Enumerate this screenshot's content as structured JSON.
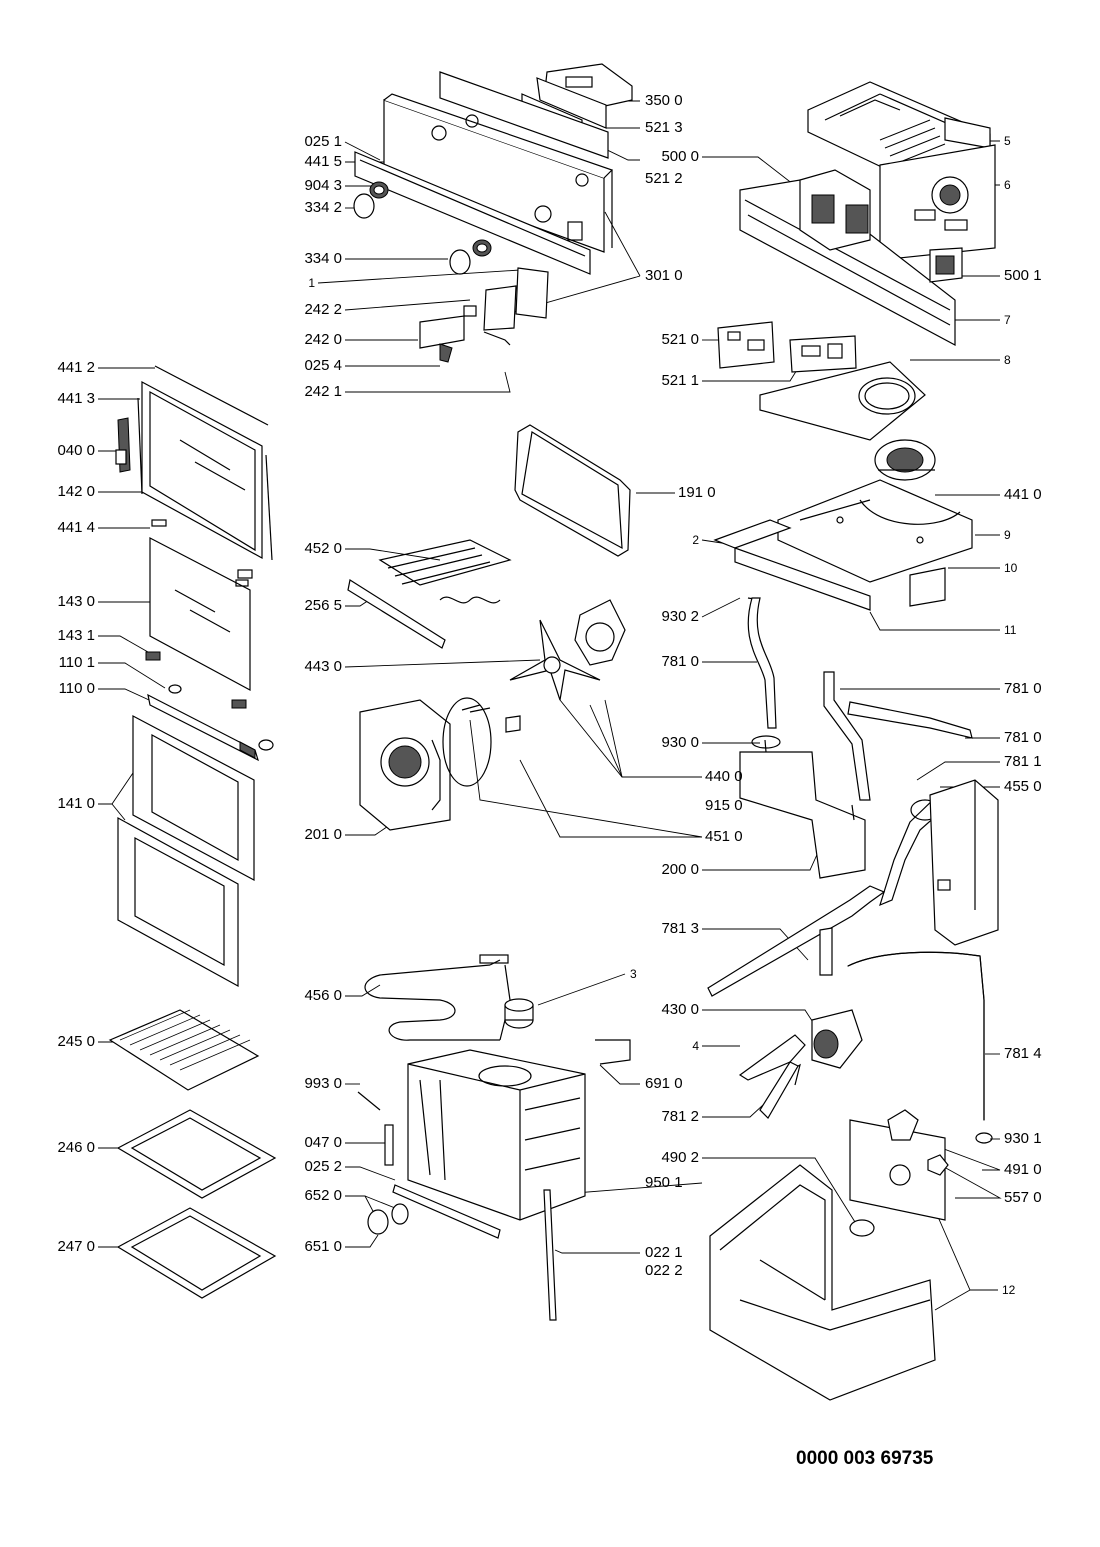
{
  "document_number": "0000 003 69735",
  "parts": {
    "p3500": "350 0",
    "p5213": "521 3",
    "p5212": "521 2",
    "p0251": "025 1",
    "p4415": "441 5",
    "p9043": "904 3",
    "p3342": "334 2",
    "p5000": "500 0",
    "p3340": "334 0",
    "p1": "1",
    "p3010": "301 0",
    "p2422": "242 2",
    "p2420": "242 0",
    "p0254": "025 4",
    "p2421": "242 1",
    "p5": "5",
    "p6": "6",
    "p5001": "500 1",
    "p7": "7",
    "p5210": "521 0",
    "p5211": "521 1",
    "p8": "8",
    "p4412": "441 2",
    "p4413": "441 3",
    "p0400": "040 0",
    "p1420": "142 0",
    "p4414": "441 4",
    "p1430": "143 0",
    "p1431": "143 1",
    "p1101": "110 1",
    "p1100": "110 0",
    "p1410": "141 0",
    "p1910": "191 0",
    "p4520": "452 0",
    "p2565": "256 5",
    "p4430": "443 0",
    "p4400": "440 0",
    "p9150": "915 0",
    "p4510": "451 0",
    "p2010": "201 0",
    "p4410": "441 0",
    "p2": "2",
    "p9": "9",
    "p10": "10",
    "p9302": "930 2",
    "p11": "11",
    "p7810a": "781 0",
    "p7810b": "781 0",
    "p7810c": "781 0",
    "p9300": "930 0",
    "p7811": "781 1",
    "p4550": "455 0",
    "p2000": "200 0",
    "p7813": "781 3",
    "p3": "3",
    "p4560": "456 0",
    "p4300": "430 0",
    "p4": "4",
    "p2450": "245 0",
    "p9930": "993 0",
    "p6910": "691 0",
    "p7814": "781 4",
    "p7812": "781 2",
    "p2460": "246 0",
    "p0470": "047 0",
    "p9301": "930 1",
    "p0252": "025 2",
    "p4902": "490 2",
    "p4910": "491 0",
    "p9501": "950 1",
    "p6520": "652 0",
    "p5570": "557 0",
    "p6510": "651 0",
    "p0221": "022 1",
    "p0222": "022 2",
    "p12": "12",
    "p2470": "247 0"
  }
}
